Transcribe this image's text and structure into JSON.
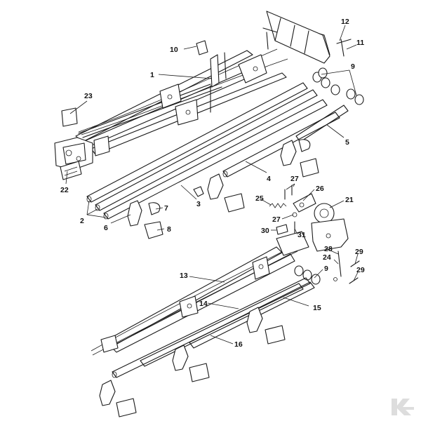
{
  "callouts": [
    {
      "id": "1",
      "label": "1"
    },
    {
      "id": "2",
      "label": "2"
    },
    {
      "id": "3",
      "label": "3"
    },
    {
      "id": "4",
      "label": "4"
    },
    {
      "id": "5",
      "label": "5"
    },
    {
      "id": "6",
      "label": "6"
    },
    {
      "id": "7",
      "label": "7"
    },
    {
      "id": "8",
      "label": "8"
    },
    {
      "id": "9a",
      "label": "9"
    },
    {
      "id": "9b",
      "label": "9"
    },
    {
      "id": "10",
      "label": "10"
    },
    {
      "id": "11",
      "label": "11"
    },
    {
      "id": "12",
      "label": "12"
    },
    {
      "id": "13",
      "label": "13"
    },
    {
      "id": "14",
      "label": "14"
    },
    {
      "id": "15",
      "label": "15"
    },
    {
      "id": "16",
      "label": "16"
    },
    {
      "id": "21",
      "label": "21"
    },
    {
      "id": "22",
      "label": "22"
    },
    {
      "id": "23",
      "label": "23"
    },
    {
      "id": "24",
      "label": "24"
    },
    {
      "id": "25",
      "label": "25"
    },
    {
      "id": "26",
      "label": "26"
    },
    {
      "id": "27a",
      "label": "27"
    },
    {
      "id": "27b",
      "label": "27"
    },
    {
      "id": "28",
      "label": "28"
    },
    {
      "id": "29a",
      "label": "29"
    },
    {
      "id": "29b",
      "label": "29"
    },
    {
      "id": "30",
      "label": "30"
    },
    {
      "id": "31",
      "label": "31"
    }
  ],
  "logo": {
    "icon": "k-logo-icon",
    "color": "#dddddd"
  }
}
